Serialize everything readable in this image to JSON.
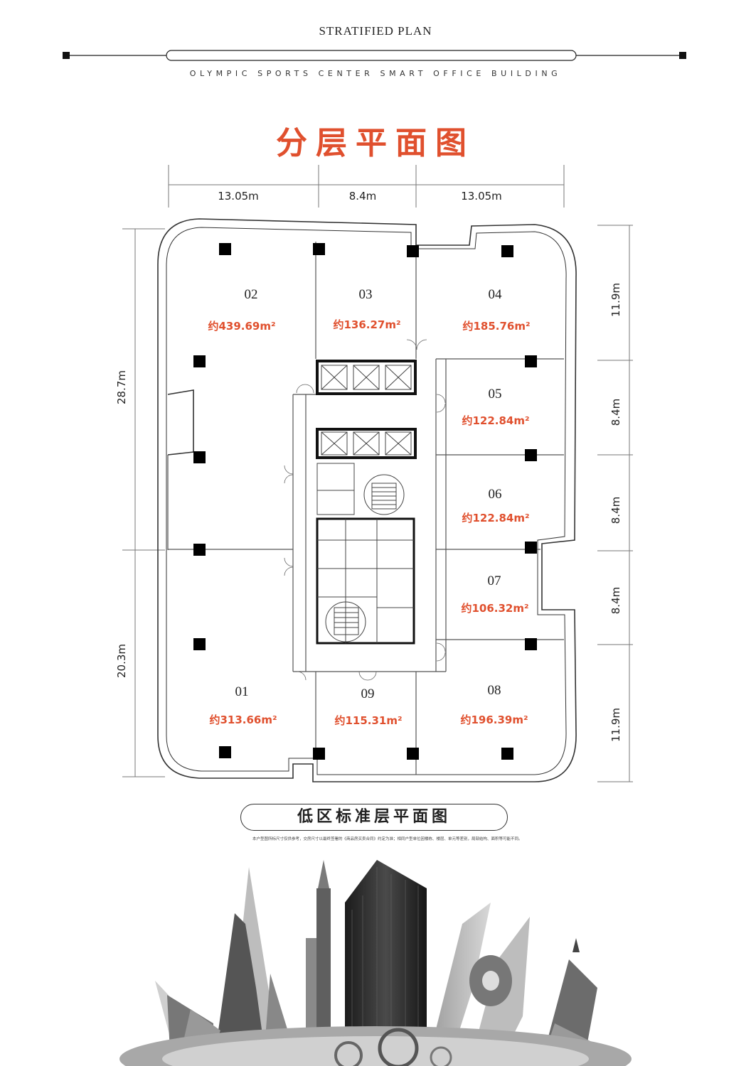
{
  "header": {
    "title": "STRATIFIED PLAN",
    "subtitle": "OLYMPIC SPORTS CENTER SMART OFFICE BUILDING",
    "main_title": "分层平面图"
  },
  "dimensions": {
    "top": [
      "13.05m",
      "8.4m",
      "13.05m"
    ],
    "left": [
      "28.7m",
      "20.3m"
    ],
    "right": [
      "11.9m",
      "8.4m",
      "8.4m",
      "8.4m",
      "11.9m"
    ]
  },
  "units": [
    {
      "no": "02",
      "area": "约439.69m²"
    },
    {
      "no": "03",
      "area": "约136.27m²"
    },
    {
      "no": "04",
      "area": "约185.76m²"
    },
    {
      "no": "05",
      "area": "约122.84m²"
    },
    {
      "no": "06",
      "area": "约122.84m²"
    },
    {
      "no": "07",
      "area": "约106.32m²"
    },
    {
      "no": "01",
      "area": "约313.66m²"
    },
    {
      "no": "09",
      "area": "约115.31m²"
    },
    {
      "no": "08",
      "area": "约196.39m²"
    }
  ],
  "plan_label": "低区标准层平面图",
  "disclaimer": "本户型图所标尺寸仅供参考，交房尺寸以最终签署的《商品房买卖合同》约定为准；相同户型单位因楼栋、楼层、单元等差别，局部结构、面积等可能不同。",
  "colors": {
    "accent": "#e0502e",
    "ink": "#1a1a1a"
  }
}
